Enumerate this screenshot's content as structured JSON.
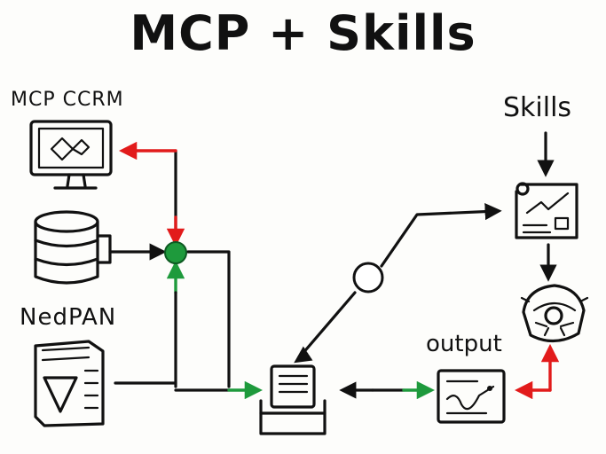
{
  "title": "MCP + Skills",
  "labels": {
    "mcp_crm": "MCP CCRM",
    "nedpan": "NedPAN",
    "skills": "Skills",
    "output": "output"
  },
  "colors": {
    "ink": "#111111",
    "red_arrow": "#e21b1b",
    "green_arrow": "#1e9a3c",
    "hub_green": "#1e9a3c",
    "background": "#fdfdfb"
  },
  "icons": {
    "monitor": "monitor-icon",
    "database": "database-icon",
    "document": "document-icon",
    "inbox": "inbox-tray-icon",
    "skill_chart": "chart-document-icon",
    "gear": "gear-dial-icon",
    "output_chart": "output-chart-icon"
  }
}
